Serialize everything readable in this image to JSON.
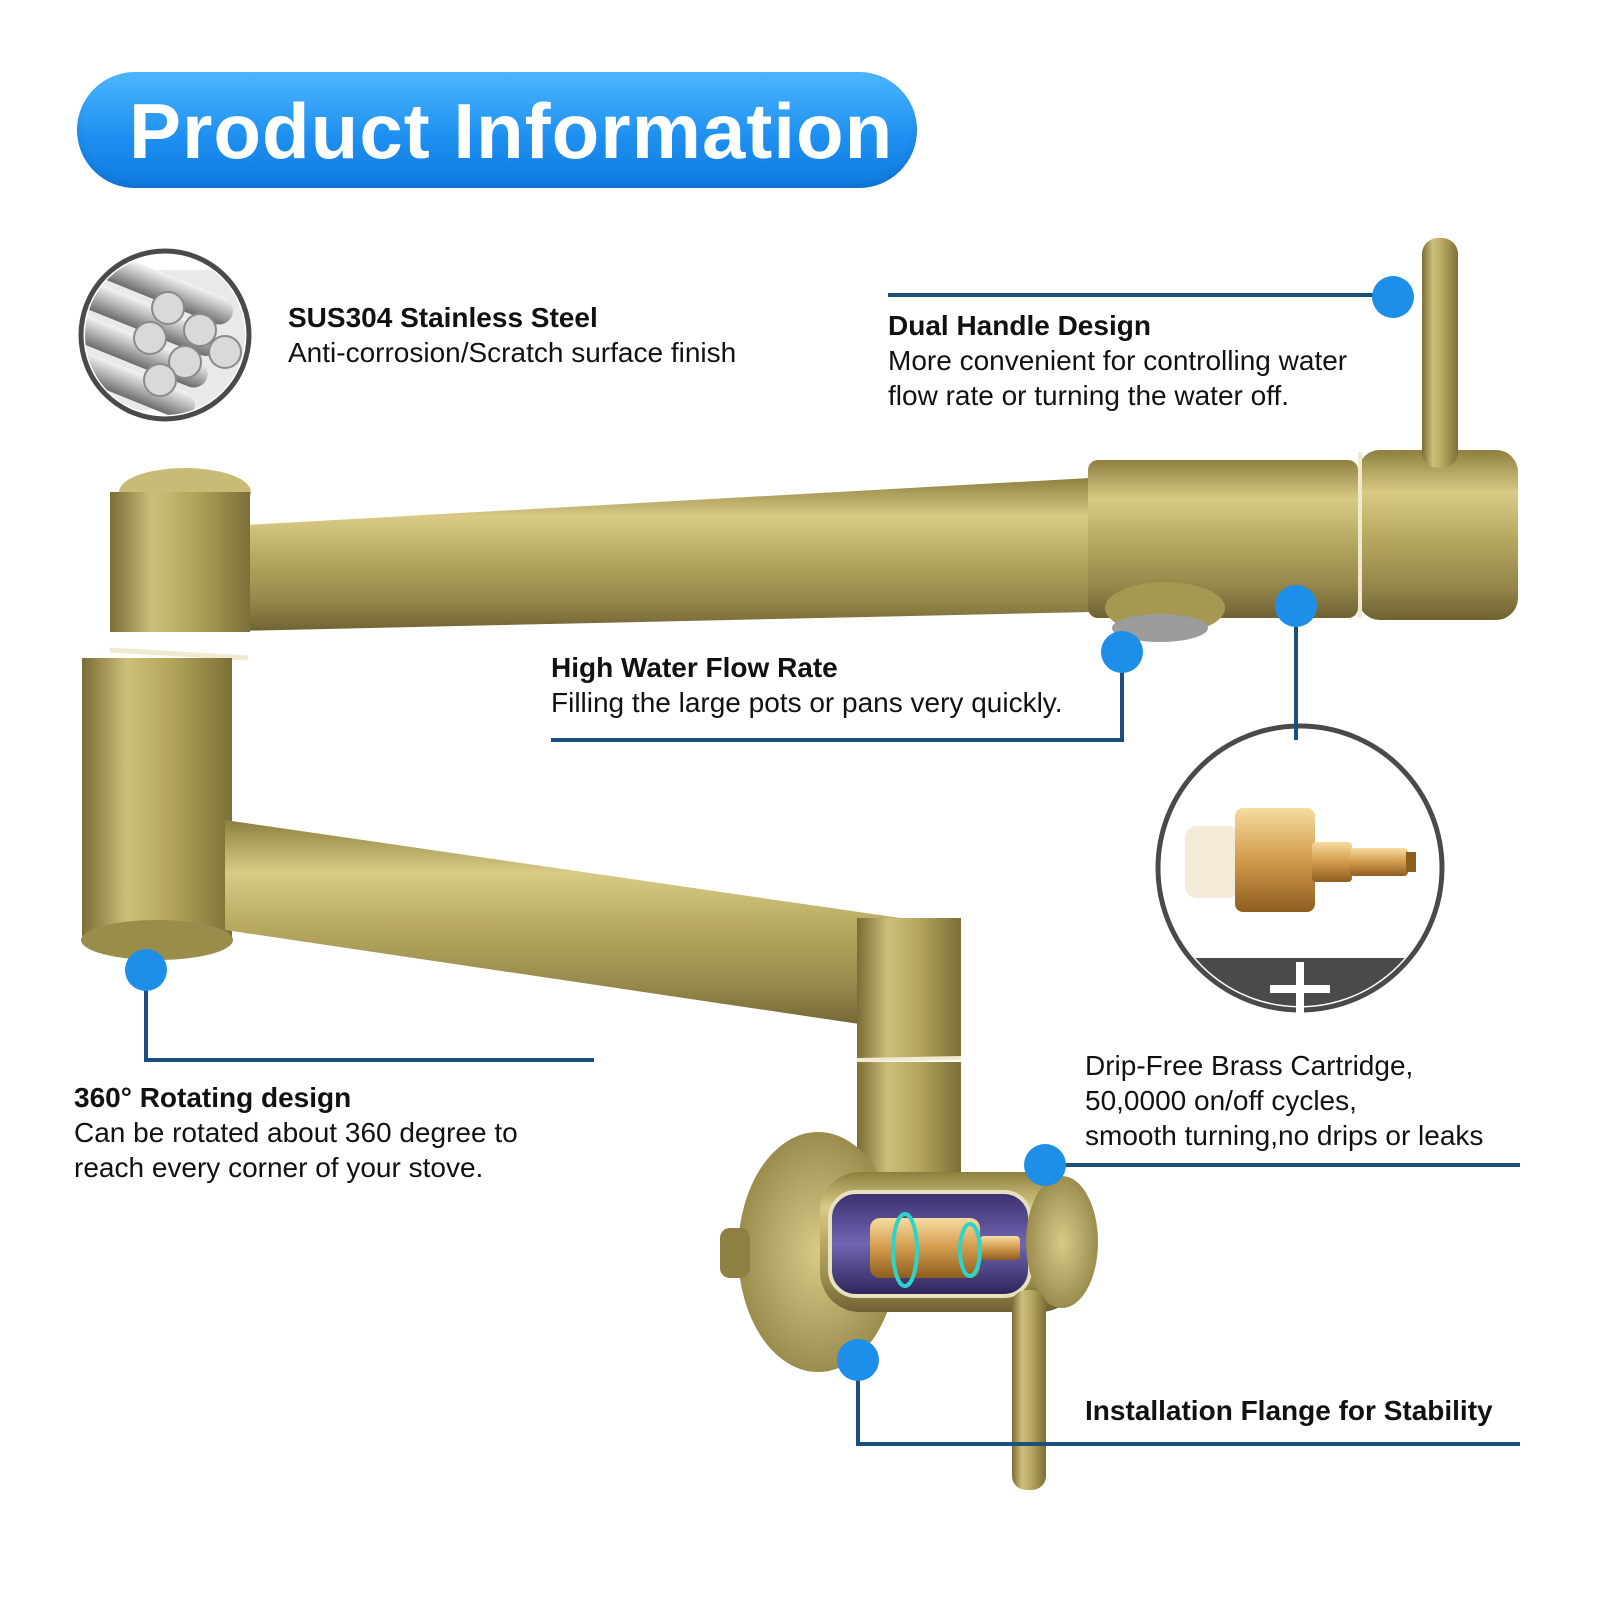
{
  "header": {
    "title": "Product Information"
  },
  "features": {
    "steel": {
      "title": "SUS304 Stainless Steel",
      "desc": "Anti-corrosion/Scratch surface finish"
    },
    "dual_handle": {
      "title": "Dual Handle Design",
      "desc_1": "More convenient for controlling water",
      "desc_2": "flow rate or turning the water off."
    },
    "flow": {
      "title": "High Water Flow Rate",
      "desc": "Filling the large pots or pans very quickly."
    },
    "rotating": {
      "title": "360°  Rotating design",
      "desc_1": "Can be rotated about 360 degree to",
      "desc_2": "reach every corner of your stove."
    },
    "cartridge": {
      "line_1": "Drip-Free Brass Cartridge,",
      "line_2": "50,0000 on/off cycles,",
      "line_3": "smooth turning,no drips or leaks"
    },
    "flange": {
      "title": "Installation Flange for Stability"
    }
  },
  "colors": {
    "title_blue": "#1e90f0",
    "callout_line": "#1c4f7a",
    "dot_blue": "#1e8fe8",
    "brushed_gold": "#b3a45c",
    "dark_grey": "#4a4a4a"
  },
  "icons": [
    "steel-rods-icon",
    "plus-icon",
    "brass-cartridge-icon"
  ]
}
